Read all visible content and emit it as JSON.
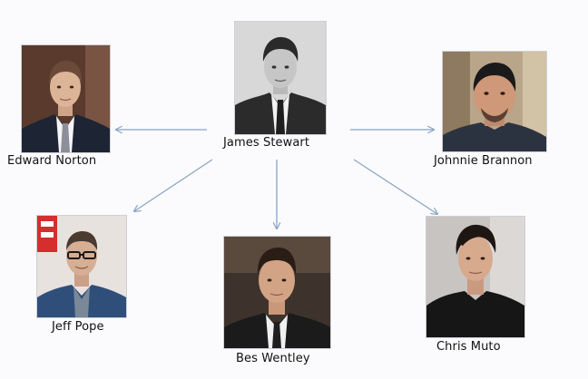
{
  "diagram": {
    "center": {
      "name": "James Stewart",
      "photo": "portrait-photo-bw"
    },
    "nodes": [
      {
        "key": "edward",
        "name": "Edward Norton",
        "photo": "portrait-photo"
      },
      {
        "key": "johnnie",
        "name": "Johnnie Brannon",
        "photo": "portrait-photo"
      },
      {
        "key": "jeff",
        "name": "Jeff Pope",
        "photo": "portrait-photo"
      },
      {
        "key": "bes",
        "name": "Bes Wentley",
        "photo": "portrait-photo"
      },
      {
        "key": "chris",
        "name": "Chris Muto",
        "photo": "portrait-photo"
      }
    ],
    "colors": {
      "arrow": "#8aa4c4",
      "text": "#111111",
      "background": "#fbfbfd"
    }
  }
}
